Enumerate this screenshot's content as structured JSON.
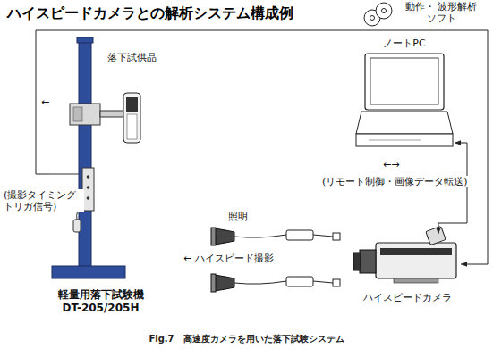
{
  "diagram": {
    "title": "ハイスピードカメラとの解析システム構成例",
    "caption": "Fig.7　高速度カメラを用いた落下試験システム",
    "nodes": [
      {
        "text": [
          "落下試供品"
        ]
      },
      {
        "text": [
          "軽量用落下試験機 DT-205/205H"
        ]
      },
      {
        "text": [
          "動作・ 波形解析ソフト"
        ]
      },
      {
        "text": [
          "ノートPC"
        ]
      },
      {
        "text": [
          "照明"
        ]
      },
      {
        "text": [
          "ハイスピードカメラ"
        ]
      }
    ],
    "edges": [
      {
        "from": 1,
        "to": 5,
        "arrow": "to",
        "label": "(撮影タイミング トリガ信号)"
      },
      {
        "from": 3,
        "to": 5,
        "arrow": "both",
        "label": "(リモート制御・画像データ転送)"
      }
    ],
    "labels": [
      "←",
      "←→",
      "← ハイスピード撮影"
    ]
  }
}
